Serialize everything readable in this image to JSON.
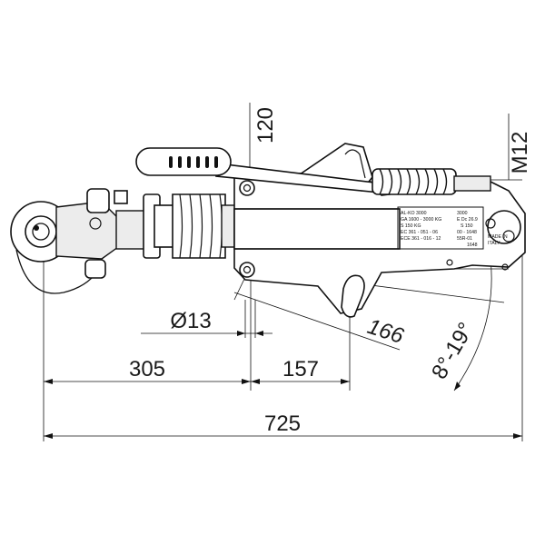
{
  "dimensions": {
    "height_120": "120",
    "thread_m12": "M12",
    "bolt_dia": "Ø13",
    "span_305": "305",
    "span_157": "157",
    "span_166": "166",
    "span_725": "725",
    "angle": "8°-19°"
  },
  "nameplate": {
    "line1_left": "AL-KO 3000",
    "line1_right": "3000",
    "line2_left": "GA 1600 - 3000 KG",
    "line2_right": "E Dc 26.9",
    "line3_left": "S 150 KG",
    "line3_right": "S 150",
    "line4_left": "EC 361 - 051 - 06",
    "line4_right": "00 - 1648",
    "line5_left": "ECE 361 - 016 - 12",
    "line5_right": "55R-01",
    "line6_right": "1648",
    "made_in_1": "MADE IN",
    "made_in_2": "ITALY"
  },
  "colors": {
    "ink": "#111111",
    "fill_light": "#ececec",
    "background": "#ffffff"
  }
}
